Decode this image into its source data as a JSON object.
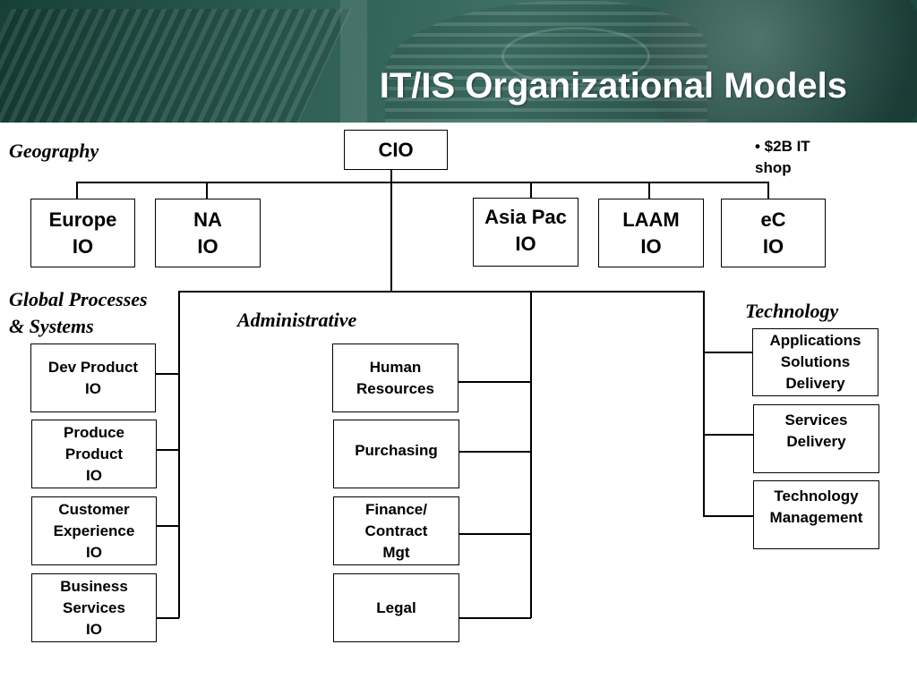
{
  "title": "IT/IS Organizational Models",
  "note": "• $2B IT\n   shop",
  "sections": {
    "geography": "Geography",
    "global_processes": "Global Processes\n& Systems",
    "administrative": "Administrative",
    "technology": "Technology"
  },
  "nodes": {
    "cio": "CIO",
    "europe": "Europe\nIO",
    "na": "NA\nIO",
    "asia_pac": "Asia Pac\nIO",
    "laam": "LAAM\nIO",
    "ec": "eC\nIO",
    "dev_product": "Dev Product\nIO",
    "produce_product": "Produce\nProduct\nIO",
    "customer_experience": "Customer\nExperience\nIO",
    "business_services": "Business\nServices\nIO",
    "human_resources": "Human\nResources",
    "purchasing": "Purchasing",
    "finance": "Finance/\nContract\nMgt",
    "legal": "Legal",
    "applications": "Applications\nSolutions\nDelivery",
    "services_delivery": "Services\nDelivery",
    "technology_management": "Technology\nManagement"
  }
}
